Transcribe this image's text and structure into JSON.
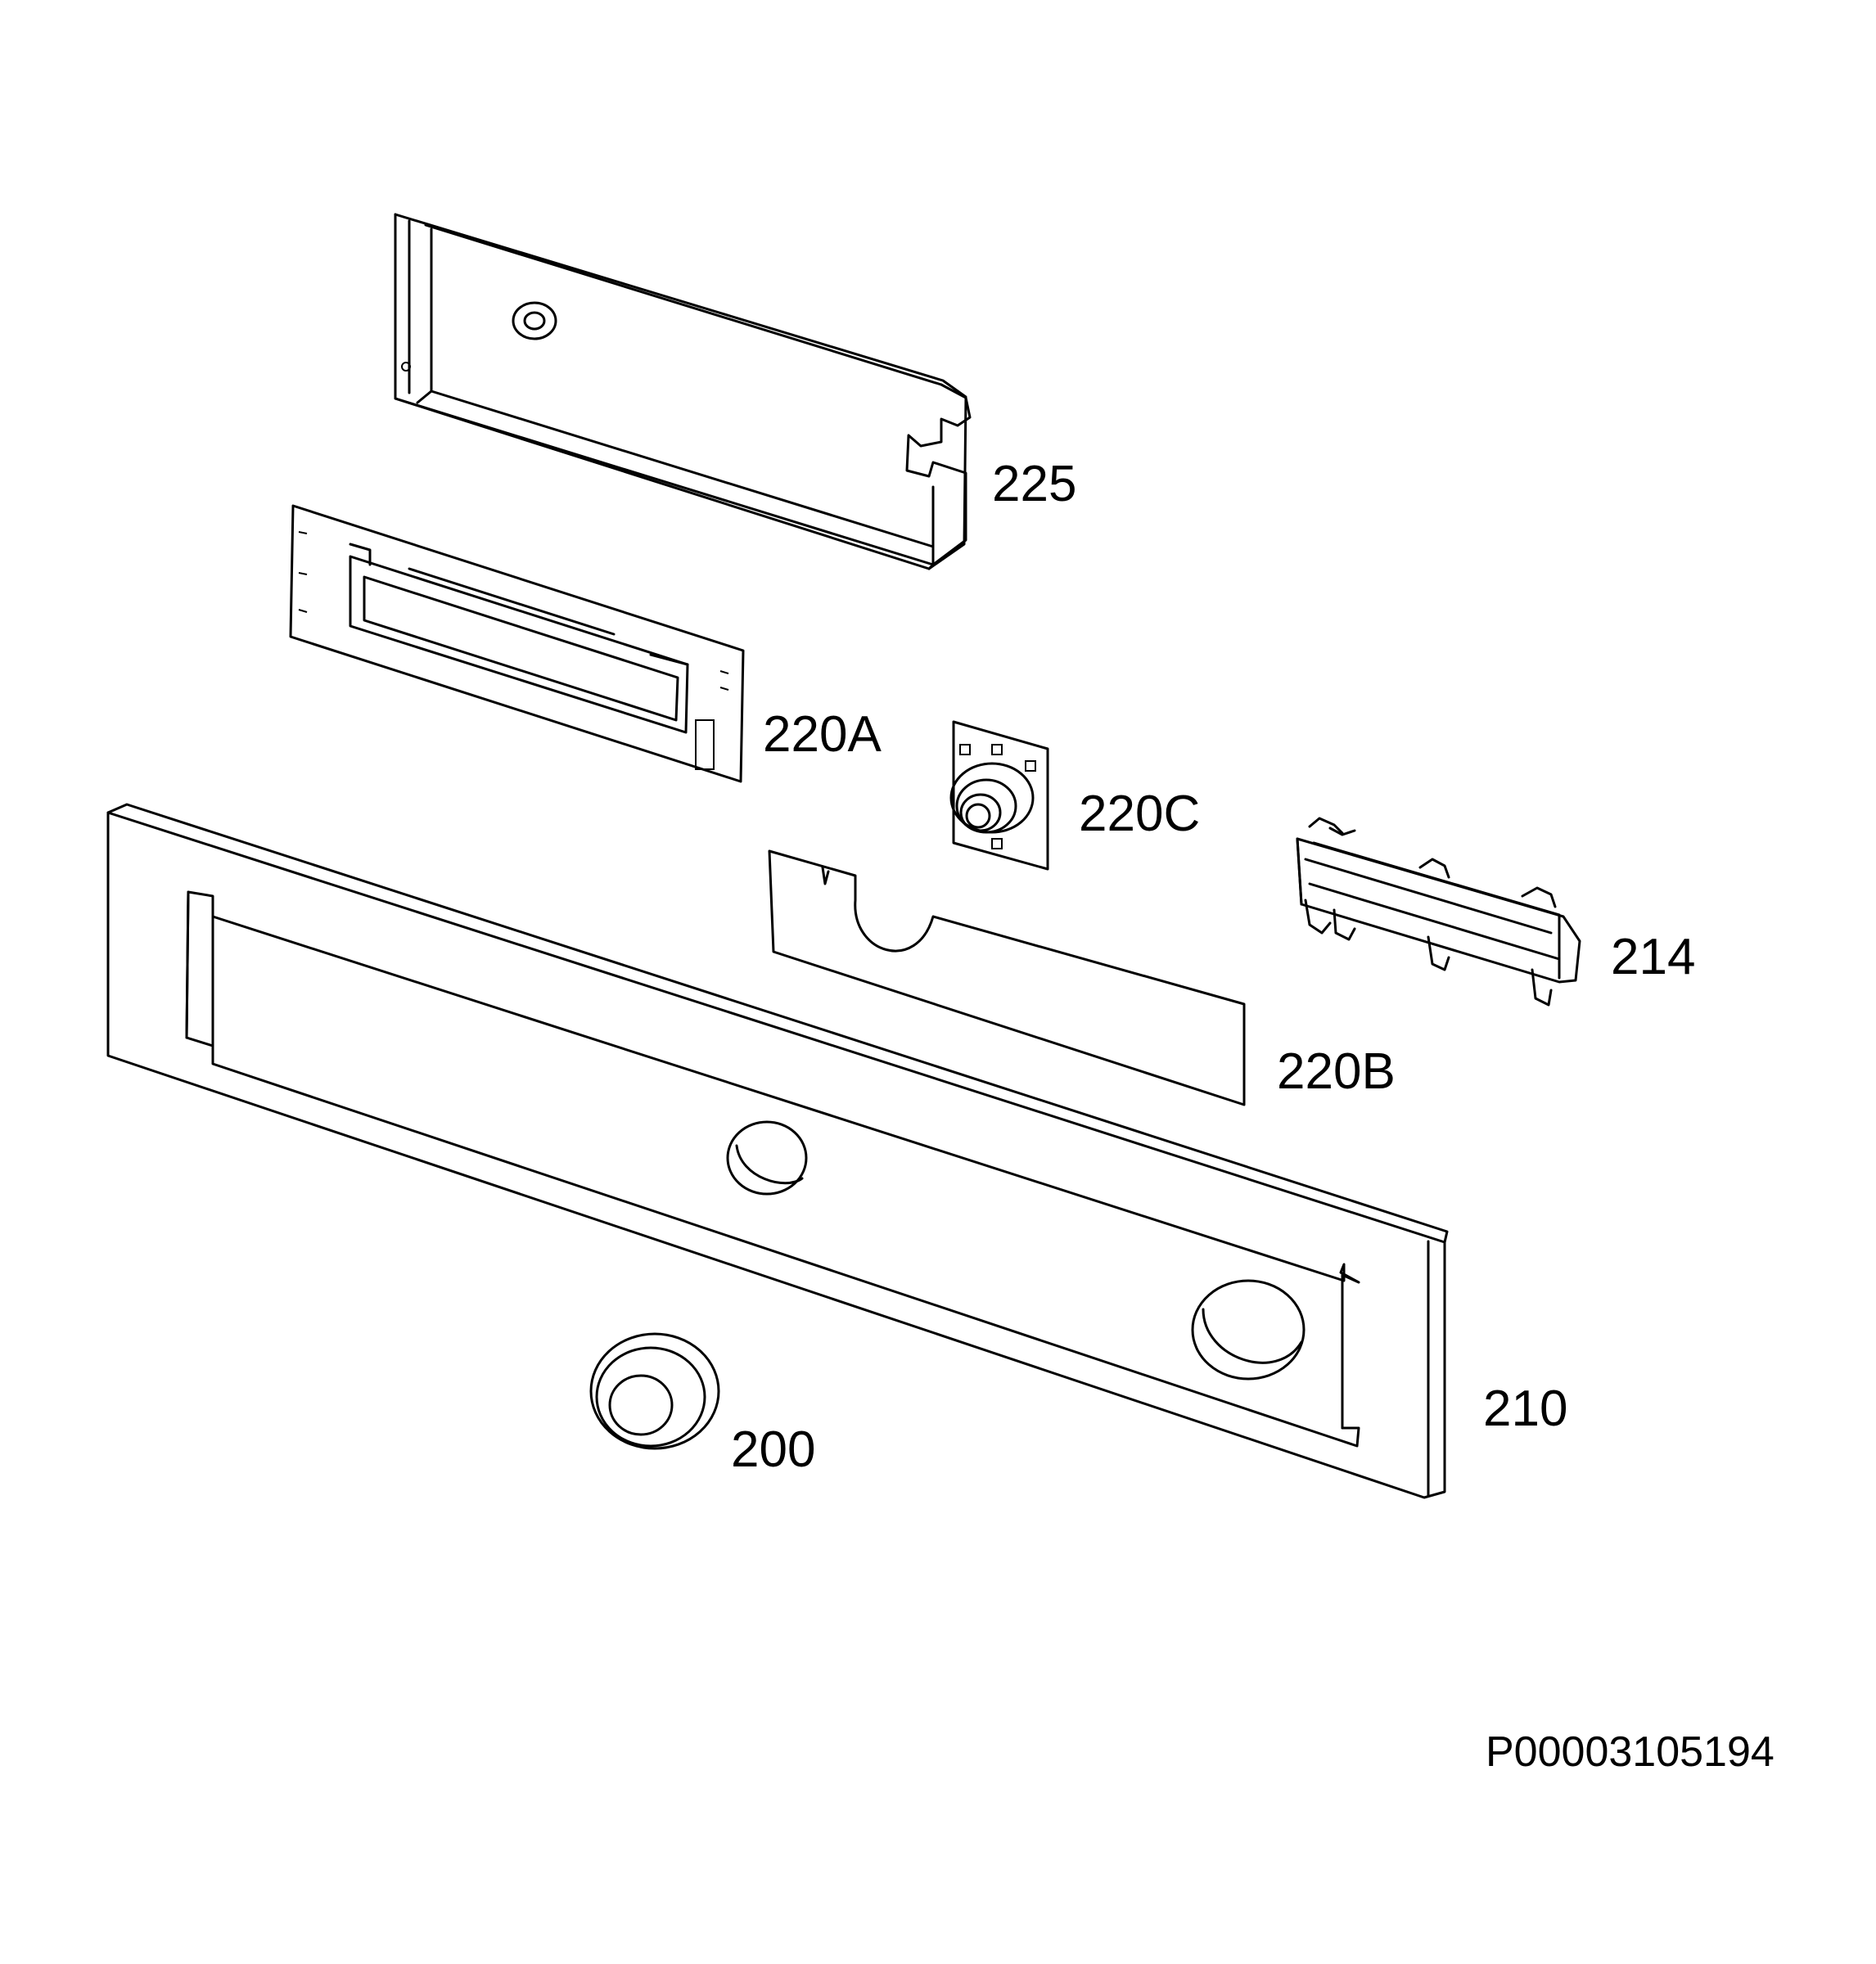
{
  "diagram": {
    "labels": {
      "p225": "225",
      "p220A": "220A",
      "p220C": "220C",
      "p214": "214",
      "p220B": "220B",
      "p210": "210",
      "p200": "200"
    },
    "document_number": "P00003105194"
  }
}
